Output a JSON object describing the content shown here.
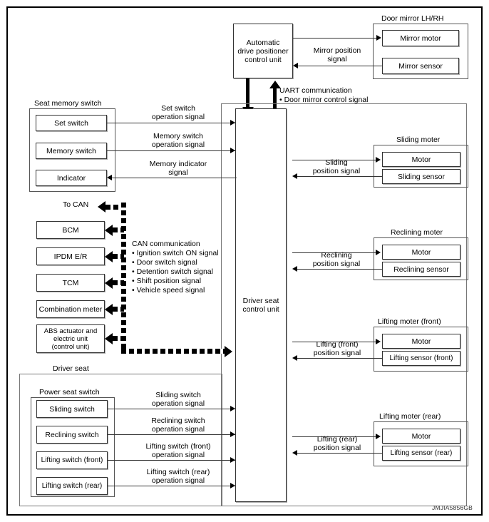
{
  "figure": {
    "code": "JMJIA5856GB",
    "type": "system-block-diagram"
  },
  "top": {
    "adp_unit": "Automatic\ndrive positioner\ncontrol unit",
    "adp_unit_lines": [
      "Automatic",
      "drive positioner",
      "control unit"
    ],
    "door_mirror_group": "Door mirror LH/RH",
    "mirror_motor": "Mirror motor",
    "mirror_sensor": "Mirror sensor",
    "mirror_position_signal": "Mirror position\nsignal",
    "mirror_position_signal_lines": [
      "Mirror position",
      "signal"
    ],
    "uart_title": "UART communication",
    "uart_bullet": "• Door mirror control  signal"
  },
  "center": {
    "driver_seat_control_unit": "Driver seat\ncontrol unit",
    "driver_seat_control_unit_lines": [
      "Driver seat",
      "control unit"
    ]
  },
  "seat_memory": {
    "group_label": "Seat memory switch",
    "set_switch": "Set switch",
    "memory_switch": "Memory switch",
    "indicator": "Indicator",
    "signals": [
      {
        "lines": [
          "Set switch",
          "operation signal"
        ],
        "direction": "right"
      },
      {
        "lines": [
          "Memory switch",
          "operation signal"
        ],
        "direction": "right"
      },
      {
        "lines": [
          "Memory indicator",
          "signal"
        ],
        "direction": "left"
      }
    ]
  },
  "can": {
    "to_can": "To CAN",
    "title": "CAN communication",
    "bullets": [
      "• Ignition switch ON signal",
      "• Door switch signal",
      "• Detention switch signal",
      "• Shift position signal",
      "• Vehicle speed signal"
    ],
    "nodes": [
      {
        "label": "BCM"
      },
      {
        "label": "IPDM E/R"
      },
      {
        "label": "TCM"
      },
      {
        "label": "Combination meter"
      },
      {
        "label": "ABS actuator and\nelectric unit\n(control unit)",
        "lines": [
          "ABS actuator and",
          "electric unit",
          "(control unit)"
        ]
      }
    ]
  },
  "driver_seat": {
    "group_label": "Driver seat",
    "power_seat_switch_label": "Power seat switch",
    "switches": [
      {
        "label": "Sliding switch",
        "signal_lines": [
          "Sliding switch",
          "operation signal"
        ]
      },
      {
        "label": "Reclining switch",
        "signal_lines": [
          "Reclining switch",
          "operation signal"
        ]
      },
      {
        "label": "Lifting switch (front)",
        "signal_lines": [
          "Lifting switch (front)",
          "operation signal"
        ]
      },
      {
        "label": "Lifting switch (rear)",
        "signal_lines": [
          "Lifting switch (rear)",
          "operation signal"
        ]
      }
    ]
  },
  "motors": [
    {
      "group_label": "Sliding moter",
      "motor": "Motor",
      "sensor": "Sliding sensor",
      "signal_lines": [
        "Sliding",
        "position signal"
      ]
    },
    {
      "group_label": "Reclining moter",
      "motor": "Motor",
      "sensor": "Reclining sensor",
      "signal_lines": [
        "Reclining",
        "position signal"
      ]
    },
    {
      "group_label": "Lifting moter (front)",
      "motor": "Motor",
      "sensor": "Lifting sensor (front)",
      "signal_lines": [
        "Lifting  (front)",
        "position signal"
      ]
    },
    {
      "group_label": "Lifting moter (rear)",
      "motor": "Motor",
      "sensor": "Lifting sensor (rear)",
      "signal_lines": [
        "Lifting (rear)",
        "position  signal"
      ]
    }
  ],
  "colors": {
    "line": "#333333",
    "frame": "#000000",
    "group_border": "#555555",
    "background": "#ffffff"
  }
}
